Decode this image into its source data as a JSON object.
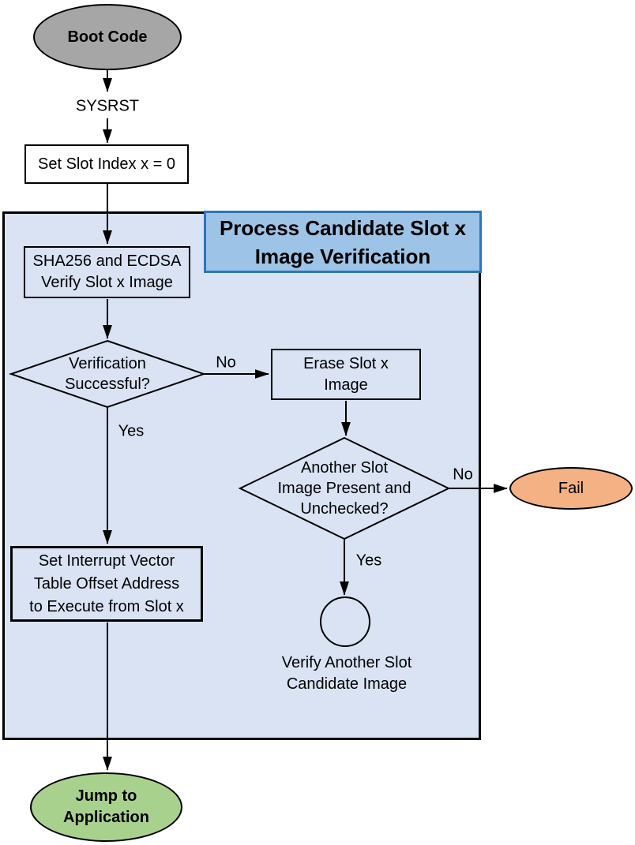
{
  "figure": {
    "title_line1": "Process Candidate Slot x",
    "title_line2": "Image Verification"
  },
  "nodes": {
    "boot": {
      "label": "Boot Code",
      "fill": "#a6a6a6"
    },
    "set_slot_index": {
      "label": "Set Slot Index x = 0",
      "fill": "#ffffff"
    },
    "sha_verify": {
      "line1": "SHA256 and ECDSA",
      "line2": "Verify Slot x Image",
      "fill": "#dae3f3"
    },
    "verification_check": {
      "line1": "Verification",
      "line2": "Successful?",
      "fill": "#dae3f3"
    },
    "erase_slot": {
      "line1": "Erase Slot x",
      "line2": "Image",
      "fill": "#dae3f3"
    },
    "another_slot_check": {
      "line1": "Another Slot",
      "line2": "Image Present and",
      "line3": "Unchecked?",
      "fill": "#dae3f3"
    },
    "fail": {
      "label": "Fail",
      "fill": "#f4b183"
    },
    "connector": {
      "line1": "Verify Another Slot",
      "line2": "Candidate Image",
      "fill": "#dae3f3"
    },
    "set_interrupt_vector": {
      "line1": "Set Interrupt Vector",
      "line2": "Table Offset Address",
      "line3": "to Execute from Slot x",
      "fill": "#dae3f3"
    },
    "jump_to_application": {
      "line1": "Jump to",
      "line2": "Application",
      "fill": "#a9d18e"
    }
  },
  "edge_labels": {
    "sysrst": "SYSRST",
    "verification_no": "No",
    "verification_yes": "Yes",
    "another_slot_no": "No",
    "another_slot_yes": "Yes"
  },
  "colors": {
    "container_fill": "#dae3f3",
    "title_fill": "#9dc3e6",
    "title_border": "#2e75b6",
    "boot_fill": "#a6a6a6",
    "fail_fill": "#f4b183",
    "success_fill": "#a9d18e",
    "outline": "#000000"
  }
}
